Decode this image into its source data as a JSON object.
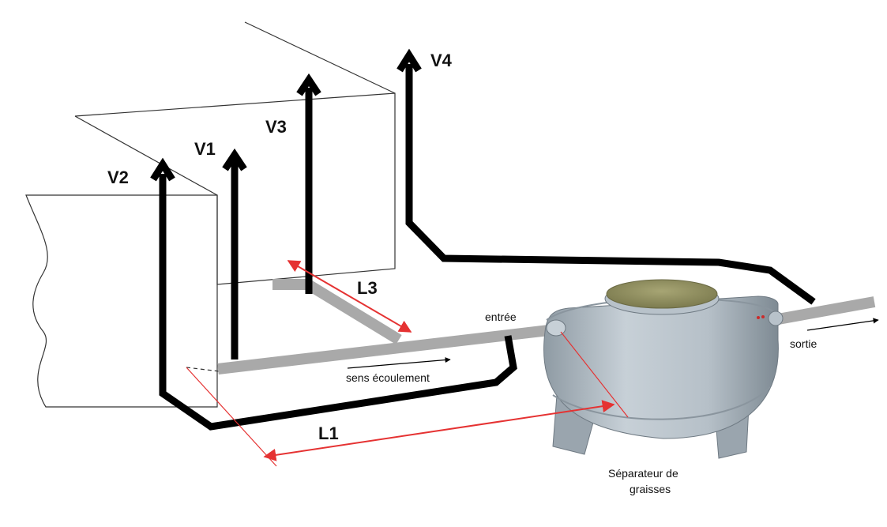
{
  "labels": {
    "v1": "V1",
    "v2": "V2",
    "v3": "V3",
    "v4": "V4",
    "l1": "L1",
    "l3": "L3",
    "entree": "entrée",
    "sortie": "sortie",
    "sens_ecoulement": "sens écoulement",
    "separateur_line1": "Séparateur de",
    "separateur_line2": "graisses"
  },
  "colors": {
    "vent_pipe": "#000000",
    "drain_pipe": "#a9a9a9",
    "dimension_arrow": "#e53232",
    "building_outline": "#333333",
    "tank_body": "#b9c4cc",
    "tank_lid": "#8e8d5e"
  }
}
